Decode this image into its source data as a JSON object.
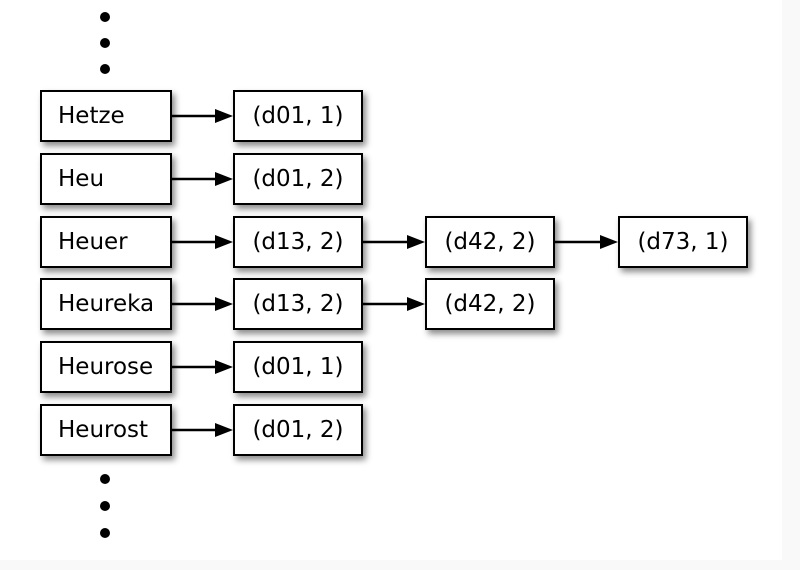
{
  "colors": {
    "page_background": "#f9f9f9",
    "canvas_background": "#ffffff",
    "box_background": "#ffffff",
    "box_border": "#000000",
    "text": "#000000",
    "arrow": "#000000"
  },
  "diagram": {
    "type": "inverted-index-linked-list",
    "rows": [
      {
        "term": "Hetze",
        "postings": [
          "(d01, 1)"
        ]
      },
      {
        "term": "Heu",
        "postings": [
          "(d01, 2)"
        ]
      },
      {
        "term": "Heuer",
        "postings": [
          "(d13, 2)",
          "(d42, 2)",
          "(d73, 1)"
        ]
      },
      {
        "term": "Heureka",
        "postings": [
          "(d13, 2)",
          "(d42, 2)"
        ]
      },
      {
        "term": "Heurose",
        "postings": [
          "(d01, 1)"
        ]
      },
      {
        "term": "Heurost",
        "postings": [
          "(d01, 2)"
        ]
      }
    ]
  }
}
